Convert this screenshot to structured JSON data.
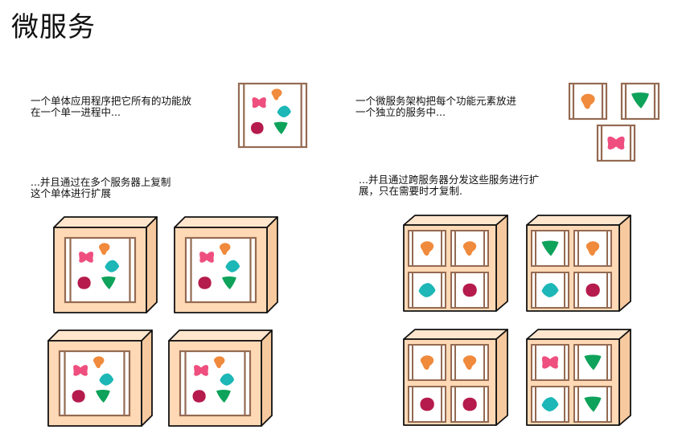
{
  "title": "微服务",
  "monolith": {
    "caption_1": "一个单体应用程序把它所有的功能放\n在一个单一进程中...",
    "caption_2": "...并且通过在多个服务器上复制\n这个单体进行扩展"
  },
  "microservices": {
    "caption_1": "一个微服务架构把每个功能元素放进\n一个独立的服务中...",
    "caption_2": "...并且通过跨服务器分发这些服务进行扩\n展，只在需要时才复制."
  },
  "colors": {
    "orange": "#f08a3c",
    "pink": "#ee4f7e",
    "teal": "#1cb7b6",
    "crimson": "#b51b4c",
    "green": "#0ea25a",
    "frame": "#946a52",
    "server_front": "#ffd9b5",
    "server_top": "#ffe6cd",
    "server_side": "#f7c99e"
  }
}
